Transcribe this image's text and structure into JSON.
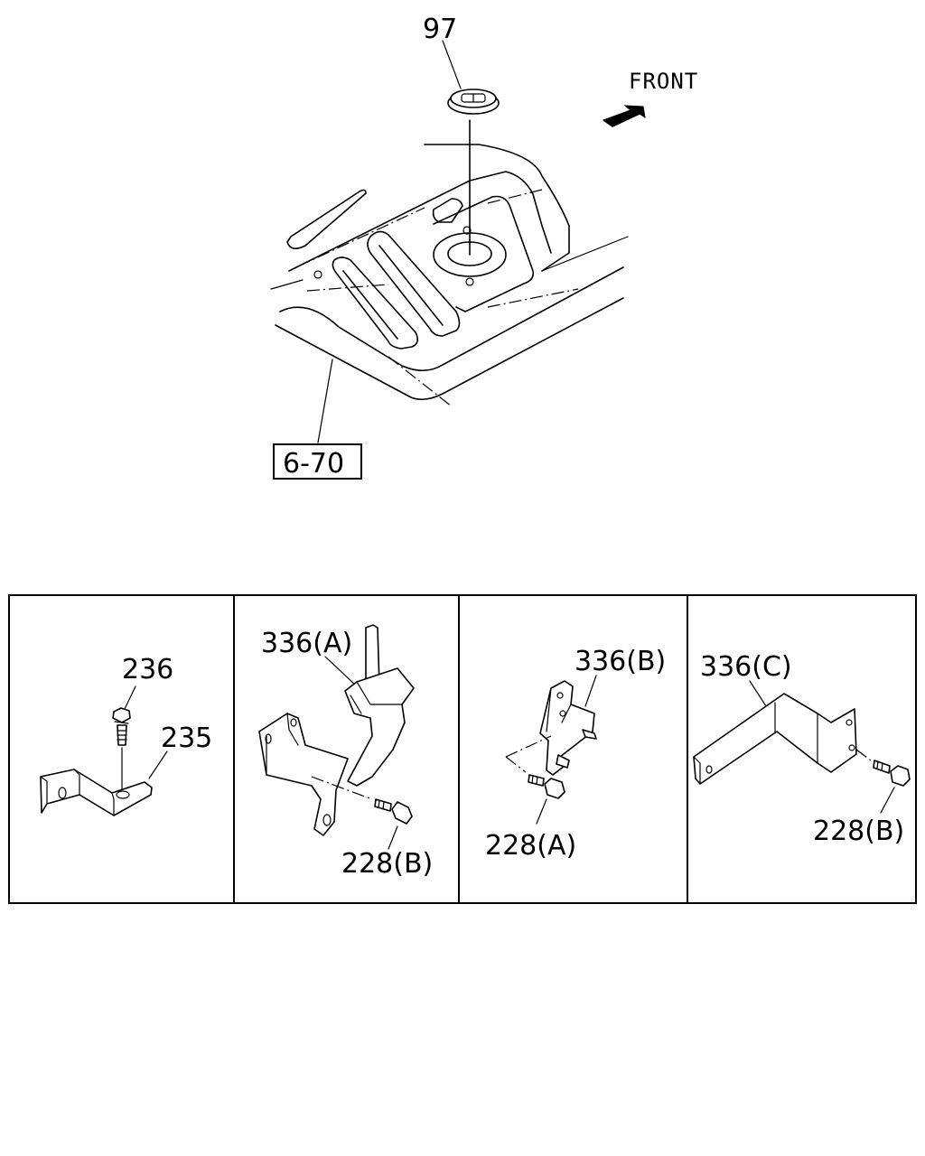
{
  "direction_label": "FRONT",
  "callouts": {
    "grommet": "97",
    "floor_panel_ref": "6-70"
  },
  "panels": [
    {
      "part_labels": [
        "236",
        "235"
      ]
    },
    {
      "part_labels": [
        "336(A)",
        "228(B)"
      ]
    },
    {
      "part_labels": [
        "336(B)",
        "228(A)"
      ]
    },
    {
      "part_labels": [
        "336(C)",
        "228(B)"
      ]
    }
  ]
}
